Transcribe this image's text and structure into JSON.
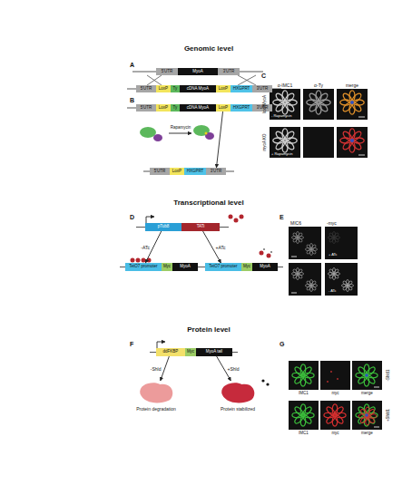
{
  "diagram": {
    "nodes": [
      {
        "text": [
          "5'UTR"
        ]
      },
      {
        "text": [
          "MyoA"
        ]
      },
      {
        "text": [
          "3'UTR"
        ]
      },
      {
        "text": [
          "5'UTR"
        ]
      },
      {
        "text": [
          "LoxP"
        ]
      },
      {
        "text": [
          "Ty"
        ]
      },
      {
        "text": [
          "cDNA MyoA"
        ]
      },
      {
        "text": [
          "LoxP"
        ]
      },
      {
        "text": [
          "HXGPRT"
        ]
      },
      {
        "text": [
          "3'UTR"
        ]
      },
      {
        "text": [
          "5'UTR"
        ]
      },
      {
        "text": [
          "LoxP"
        ]
      },
      {
        "text": [
          "Ty"
        ]
      },
      {
        "text": [
          "cDNA MyoA"
        ]
      },
      {
        "text": [
          "LoxP"
        ]
      },
      {
        "text": [
          "HXGPRT"
        ]
      },
      {
        "text": [
          "3'UTR"
        ]
      },
      {
        "text": [
          "5'UTR"
        ]
      },
      {
        "text": [
          "LoxP"
        ]
      },
      {
        "text": [
          "HXGPRT"
        ]
      },
      {
        "text": [
          "3'UTR"
        ]
      },
      {
        "text": [
          "pTub8"
        ]
      },
      {
        "text": [
          "TATi"
        ]
      },
      {
        "text": [
          "TetO7 promoter"
        ]
      },
      {
        "text": [
          "Myc"
        ]
      },
      {
        "text": [
          "MyoA"
        ]
      },
      {
        "text": [
          "TetO7 promoter"
        ]
      },
      {
        "text": [
          "Myc"
        ]
      },
      {
        "text": [
          "MyoA"
        ]
      },
      {
        "text": [
          "ddFKBP"
        ]
      },
      {
        "text": [
          "Myc"
        ]
      },
      {
        "text": [
          "MyoA tail"
        ]
      },
      {
        "text": [
          "Protein degradation"
        ]
      },
      {
        "text": [
          "Protein stabilized"
        ]
      }
    ],
    "edges": [
      {
        "from": 14,
        "to": 20,
        "arrow": "to"
      },
      {
        "from": 21,
        "to": 23,
        "arrow": "to",
        "label": "-ATc"
      },
      {
        "from": 22,
        "to": 26,
        "arrow": "to",
        "label": "+ATc"
      },
      {
        "from": 29,
        "to": 32,
        "arrow": "to",
        "label": "-Shld"
      },
      {
        "from": 31,
        "to": 33,
        "arrow": "to",
        "label": "+Shld"
      }
    ],
    "labels": [
      "Genomic level",
      "A",
      "B",
      "Rapamycin",
      "C",
      "α-IMC1",
      "α-Ty",
      "merge",
      "loxPMyoA",
      "myoA KO",
      "- Rapamycin",
      "+ Rapamycin",
      "Transcriptional level",
      "D",
      "E",
      "MIC6",
      "-myc",
      "+ ATc",
      "- ATc",
      "Protein level",
      "F",
      "G",
      "IMC1",
      "myc",
      "merge",
      "IMC1",
      "myc",
      "merge",
      "-Shld1",
      "+Shld1"
    ]
  }
}
